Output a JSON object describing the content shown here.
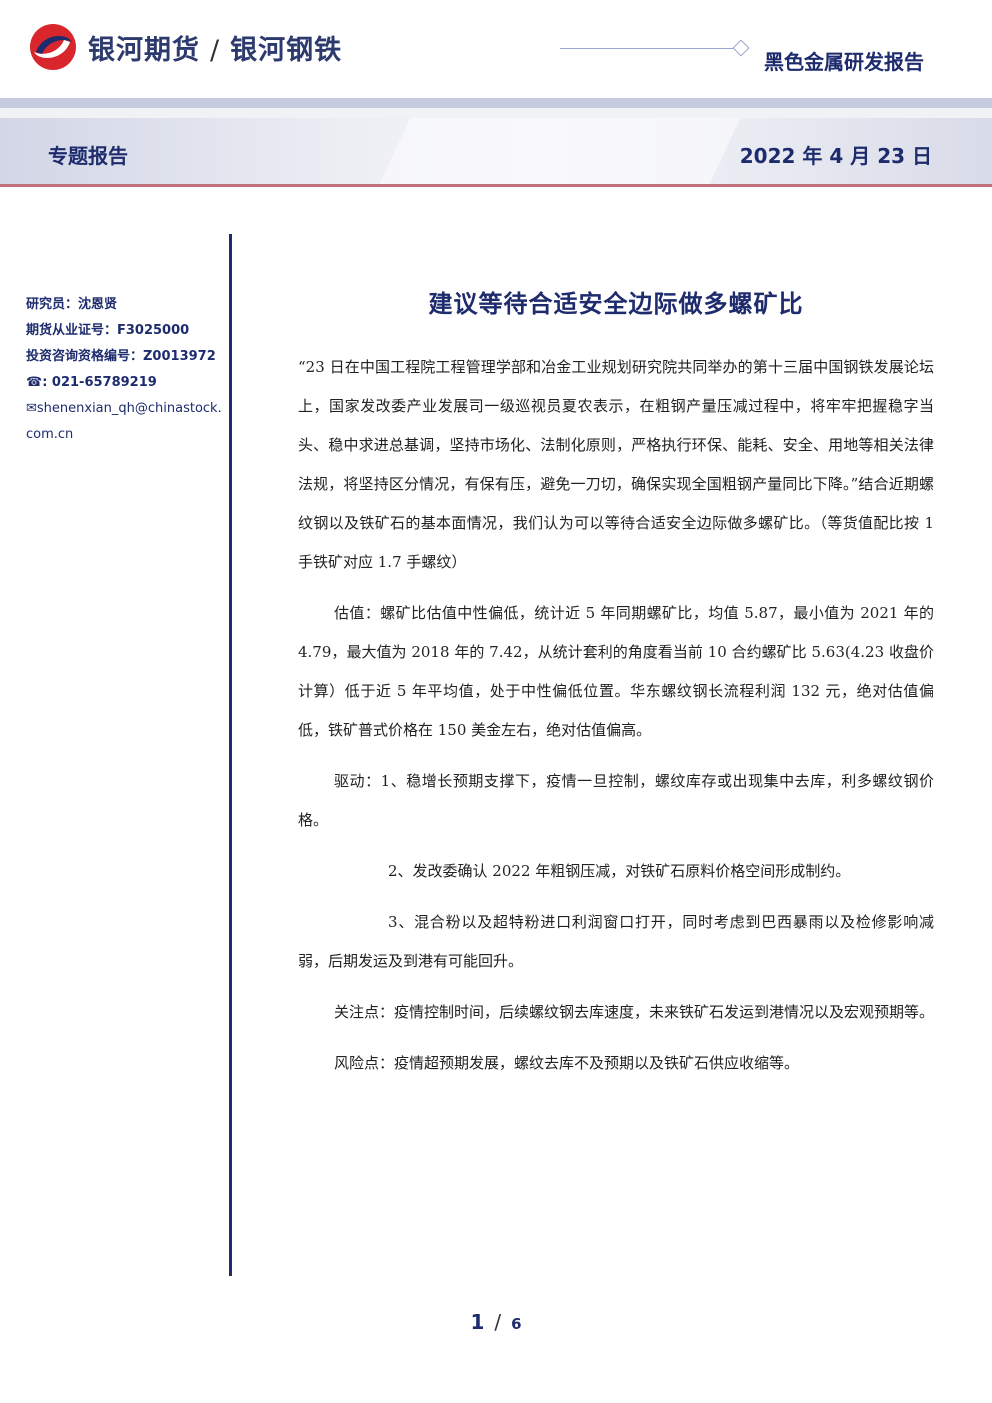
{
  "header": {
    "brand_main": "银河期货",
    "brand_slash": "/",
    "brand_sub": "银河钢铁",
    "report_type": "黑色金属研发报告",
    "section_label": "专题报告",
    "date": "2022 年 4 月 23 日",
    "colors": {
      "navy": "#1e2c6e",
      "logo_red": "#d9262c",
      "accent_line": "#c3707e"
    }
  },
  "sidebar": {
    "researcher": "研究员：沈恩贤",
    "license": "期货从业证号：F3025000",
    "consult_license": "投资咨询资格编号：Z0013972",
    "phone": "☎: 021-65789219",
    "email": "✉shenenxian_qh@chinastock.com.cn"
  },
  "article": {
    "title": "建议等待合适安全边际做多螺矿比",
    "paragraphs": [
      "“23 日在中国工程院工程管理学部和冶金工业规划研究院共同举办的第十三届中国钢铁发展论坛上，国家发改委产业发展司一级巡视员夏农表示，在粗钢产量压减过程中，将牢牢把握稳字当头、稳中求进总基调，坚持市场化、法制化原则，严格执行环保、能耗、安全、用地等相关法律法规，将坚持区分情况，有保有压，避免一刀切，确保实现全国粗钢产量同比下降。”结合近期螺纹钢以及铁矿石的基本面情况，我们认为可以等待合适安全边际做多螺矿比。（等货值配比按 1 手铁矿对应 1.7 手螺纹）",
      "估值：螺矿比估值中性偏低，统计近 5 年同期螺矿比，均值 5.87，最小值为 2021 年的 4.79，最大值为 2018 年的 7.42，从统计套利的角度看当前 10 合约螺矿比 5.63(4.23 收盘价计算）低于近 5 年平均值，处于中性偏低位置。华东螺纹钢长流程利润 132 元，绝对估值偏低，铁矿普式价格在 150 美金左右，绝对估值偏高。",
      "驱动：1、稳增长预期支撑下，疫情一旦控制，螺纹库存或出现集中去库，利多螺纹钢价格。",
      "2、发改委确认 2022 年粗钢压减，对铁矿石原料价格空间形成制约。",
      "3、混合粉以及超特粉进口利润窗口打开，同时考虑到巴西暴雨以及检修影响减弱，后期发运及到港有可能回升。",
      "关注点：疫情控制时间，后续螺纹钢去库速度，未来铁矿石发运到港情况以及宏观预期等。",
      "风险点：疫情超预期发展，螺纹去库不及预期以及铁矿石供应收缩等。"
    ]
  },
  "pagination": {
    "current": "1",
    "separator": "/",
    "total": "6"
  }
}
